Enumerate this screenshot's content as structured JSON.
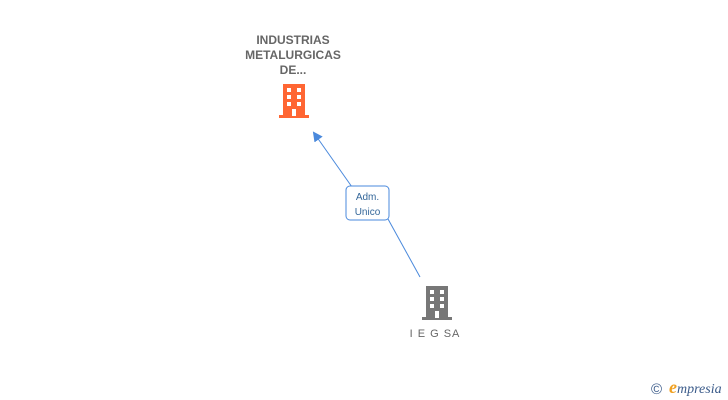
{
  "nodes": [
    {
      "id": "target-company",
      "label_lines": [
        "INDUSTRIAS",
        "METALURGICAS",
        "DE..."
      ],
      "icon": "building-icon",
      "color": "#ff6633"
    },
    {
      "id": "source-company",
      "label_lines": [
        "I E G SA"
      ],
      "icon": "building-icon",
      "color": "#777777"
    }
  ],
  "edge": {
    "from": "source-company",
    "to": "target-company",
    "label_lines": [
      "Adm.",
      "Unico"
    ],
    "color": "#4a89dc"
  },
  "footer": {
    "copyright_symbol": "©",
    "brand_initial": "e",
    "brand_rest": "mpresia",
    "brand_color": "#3b5b8a",
    "brand_accent": "#f0a020"
  }
}
